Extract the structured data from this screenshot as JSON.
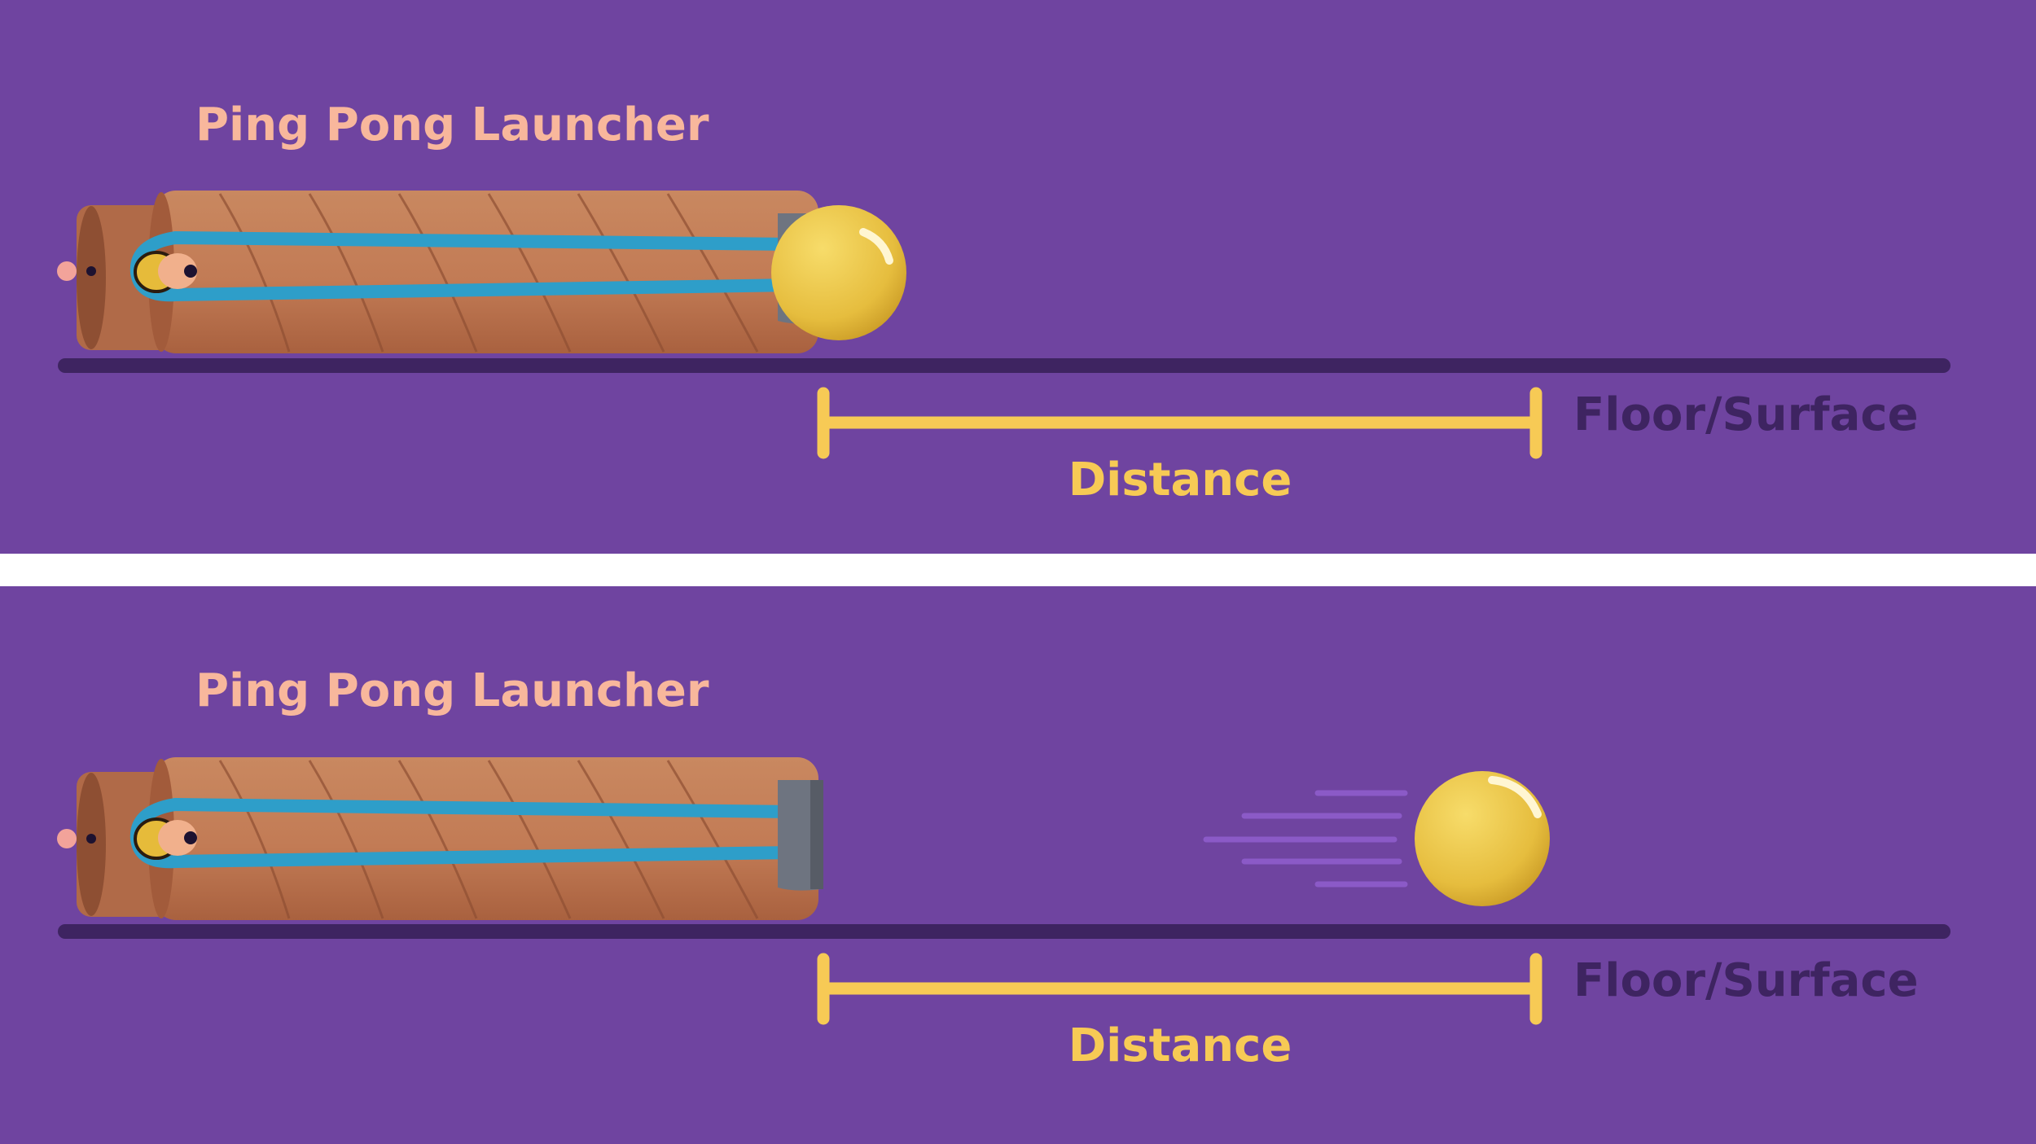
{
  "colors": {
    "background": "#6f44a0",
    "separator": "#ffffff",
    "floor": "#3e2461",
    "tube": "#c47f5a",
    "tube_end": "#a96142",
    "band": "#2e9ec9",
    "ball": "#e9c441",
    "tape": "#6e7480",
    "distance_bar": "#f7ca55",
    "title_text": "#f8b79c",
    "floor_text": "#3e2461",
    "motion_lines": "#8b5ac7"
  },
  "panels": [
    {
      "id": "before-launch",
      "title": "Ping Pong Launcher",
      "floor_label": "Floor/Surface",
      "distance_label": "Distance",
      "ball_state": "loaded"
    },
    {
      "id": "after-launch",
      "title": "Ping Pong Launcher",
      "floor_label": "Floor/Surface",
      "distance_label": "Distance",
      "ball_state": "launched"
    }
  ]
}
